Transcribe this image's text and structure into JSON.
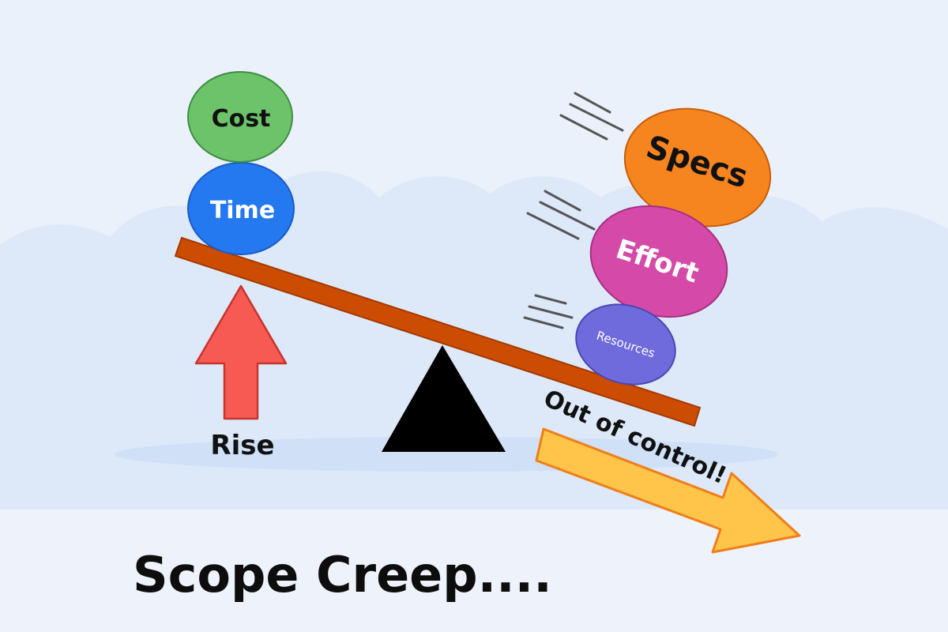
{
  "title": "Scope Creep....",
  "left_stack": {
    "top_label": "Cost",
    "bottom_label": "Time"
  },
  "right_stack": {
    "top_label": "Specs",
    "middle_label": "Effort",
    "bottom_label": "Resources"
  },
  "rise_label": "Rise",
  "out_of_control_label": "Out of control!",
  "colors": {
    "background": "#eaf1fb",
    "cloud": "#dce9f9",
    "ground": "#f0f4fa",
    "shadow": "#cfe0f7",
    "plank": "#cc4c02",
    "fulcrum": "#000000",
    "cost": "#6cc36a",
    "time": "#2478f0",
    "specs": "#f7851f",
    "effort": "#d54aa8",
    "resources": "#6f6bdc",
    "rise_arrow": "#f65a52",
    "down_arrow": "#fec54a"
  }
}
